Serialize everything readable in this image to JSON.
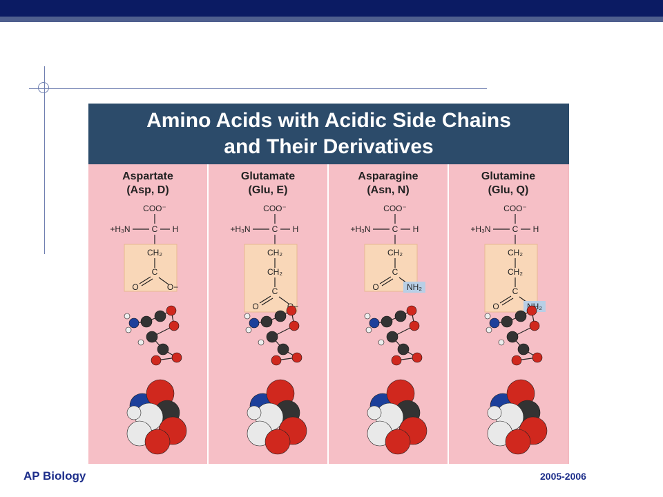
{
  "figure": {
    "title_line1": "Amino Acids with Acidic Side Chains",
    "title_line2": "and Their Derivatives"
  },
  "amino_acids": [
    {
      "name": "Aspartate",
      "abbr": "(Asp, D)",
      "side_chain": [
        "CH2",
        "C",
        "O",
        "O−"
      ]
    },
    {
      "name": "Glutamate",
      "abbr": "(Glu, E)",
      "side_chain": [
        "CH2",
        "CH2",
        "C",
        "O",
        "O−"
      ]
    },
    {
      "name": "Asparagine",
      "abbr": "(Asn, N)",
      "side_chain": [
        "CH2",
        "C",
        "O",
        "NH2"
      ]
    },
    {
      "name": "Glutamine",
      "abbr": "(Glu, Q)",
      "side_chain": [
        "CH2",
        "CH2",
        "C",
        "O",
        "NH2"
      ]
    }
  ],
  "backbone": {
    "carboxyl": "COO",
    "amine": "H3N",
    "carbon": "C",
    "hydrogen": "H"
  },
  "footer": {
    "left": "AP Biology",
    "right": "2005-2006"
  },
  "colors": {
    "header": "#2c4b6a",
    "panel": "#f6bfc6",
    "side_chain_box": "#f9d7b8",
    "topbar": "#0b1b63"
  }
}
